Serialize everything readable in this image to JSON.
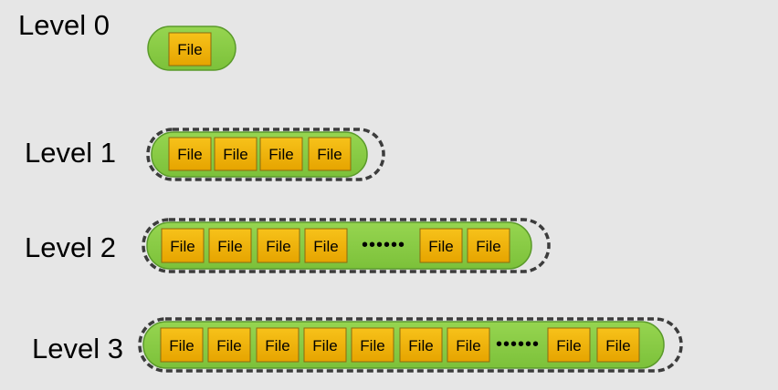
{
  "levels": [
    {
      "label": "Level 0",
      "files": [
        "File"
      ],
      "ellipsis": "",
      "tail_files": []
    },
    {
      "label": "Level 1",
      "files": [
        "File",
        "File",
        "File",
        "File"
      ],
      "ellipsis": "",
      "tail_files": []
    },
    {
      "label": "Level 2",
      "files": [
        "File",
        "File",
        "File",
        "File"
      ],
      "ellipsis": "••••••",
      "tail_files": [
        "File",
        "File"
      ]
    },
    {
      "label": "Level 3",
      "files": [
        "File",
        "File",
        "File",
        "File",
        "File",
        "File",
        "File"
      ],
      "ellipsis": "••••••",
      "tail_files": [
        "File",
        "File"
      ]
    }
  ],
  "colors": {
    "background": "#e6e6e6",
    "run_fill": "#88cc44",
    "run_stroke": "#5a9a2a",
    "file_fill": "#f4b400",
    "file_stroke": "#8a6a10",
    "dashed_outline": "#3c3c3c"
  }
}
